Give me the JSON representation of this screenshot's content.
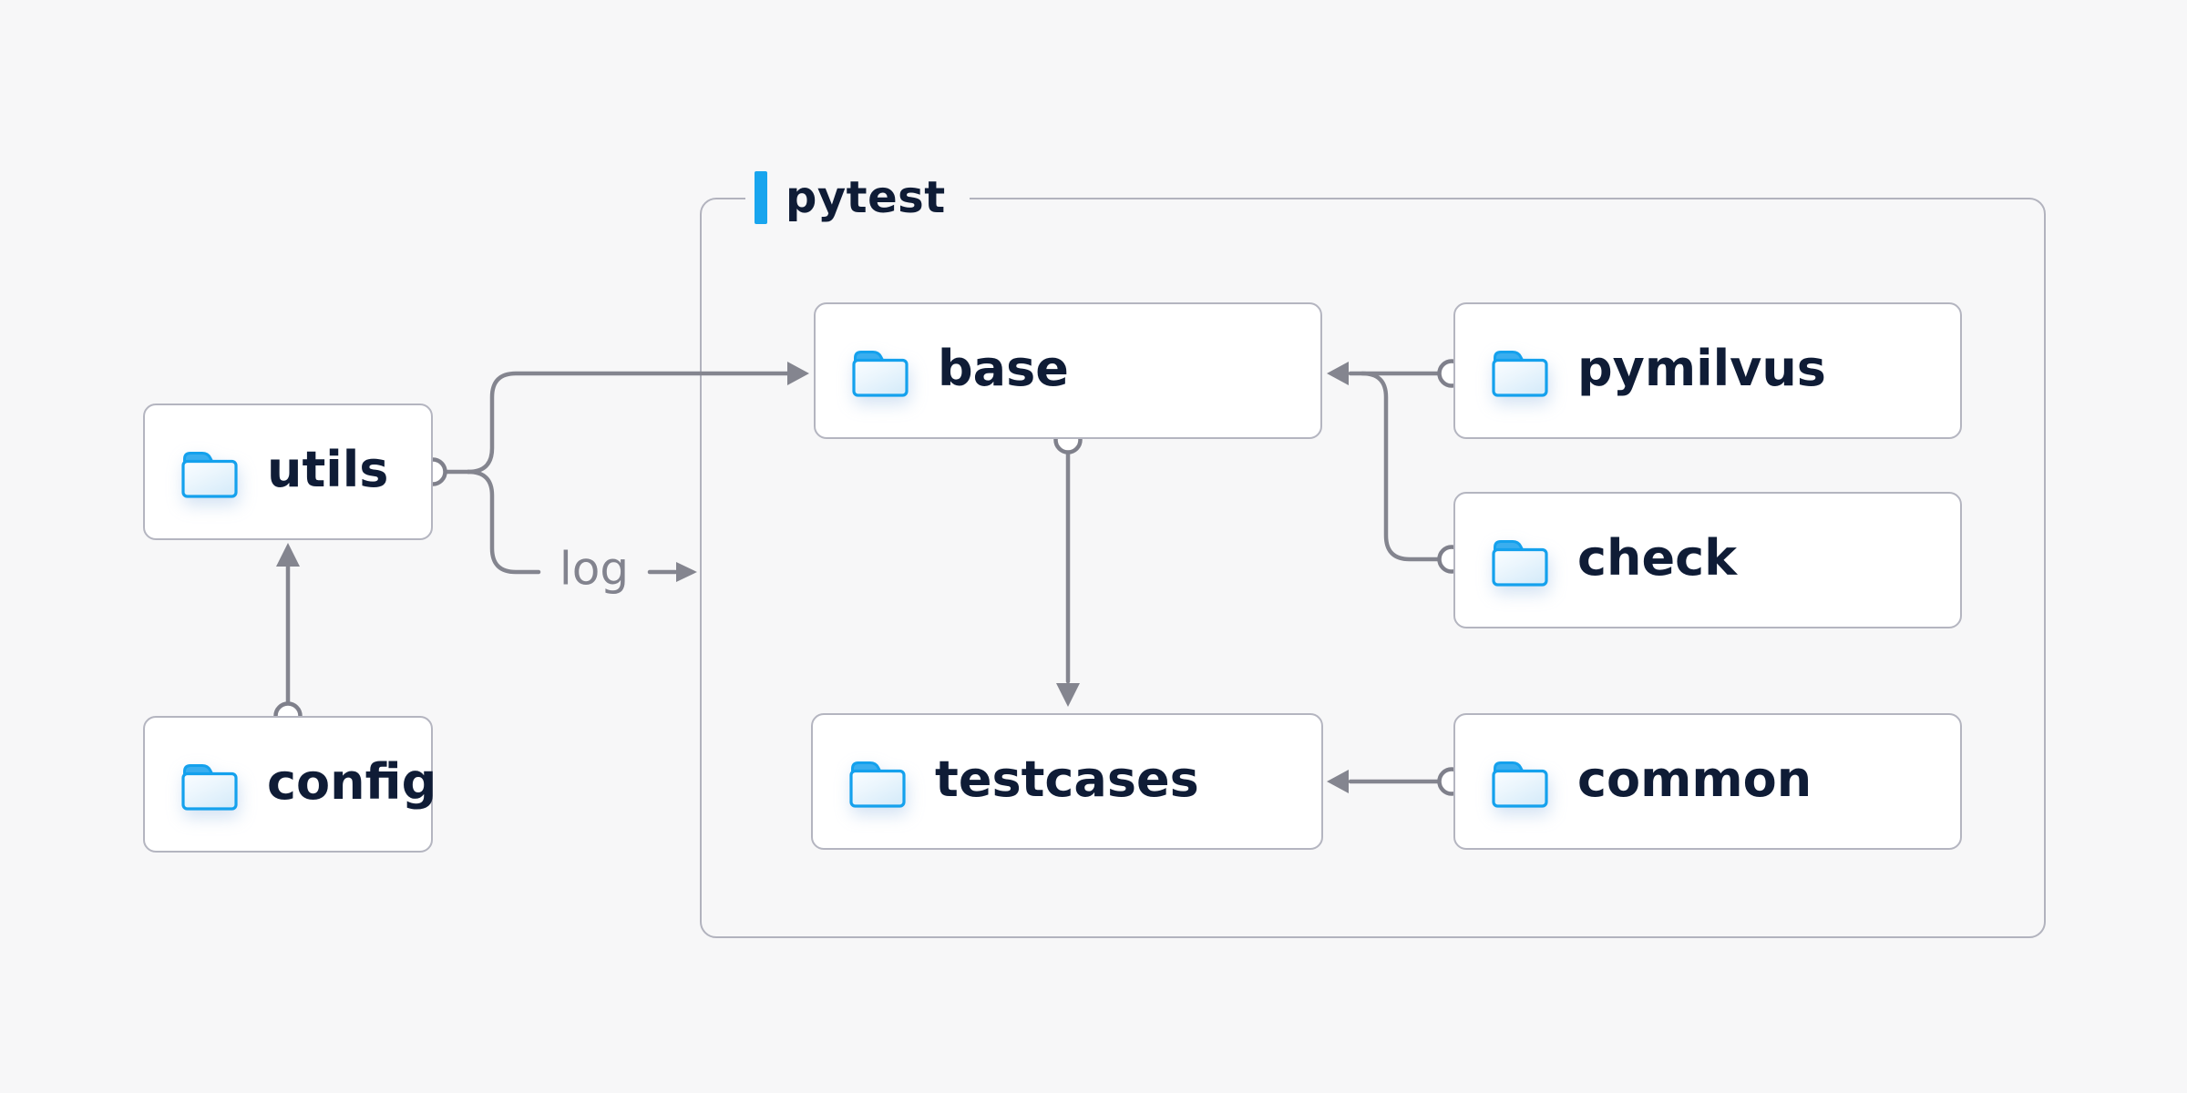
{
  "diagram": {
    "container_label": "pytest",
    "edge_label": "log",
    "nodes": [
      {
        "id": "utils",
        "label": "utils"
      },
      {
        "id": "config",
        "label": "config"
      },
      {
        "id": "base",
        "label": "base"
      },
      {
        "id": "pymilvus",
        "label": "pymilvus"
      },
      {
        "id": "check",
        "label": "check"
      },
      {
        "id": "testcases",
        "label": "testcases"
      },
      {
        "id": "common",
        "label": "common"
      }
    ],
    "edges": [
      {
        "from": "config",
        "to": "utils"
      },
      {
        "from": "utils",
        "to": "base"
      },
      {
        "from": "utils",
        "to": "pytest-container",
        "label": "log"
      },
      {
        "from": "pymilvus",
        "to": "base"
      },
      {
        "from": "check",
        "to": "base"
      },
      {
        "from": "base",
        "to": "testcases"
      },
      {
        "from": "common",
        "to": "testcases"
      }
    ],
    "colors": {
      "background": "#f7f7f8",
      "node_fill": "#ffffff",
      "node_border": "#b4b5c0",
      "node_text": "#0f1c36",
      "connector": "#84858f",
      "accent_blue": "#18a5ee",
      "folder_blue": "#14a1ed",
      "edge_label_gray": "#82838e"
    }
  }
}
